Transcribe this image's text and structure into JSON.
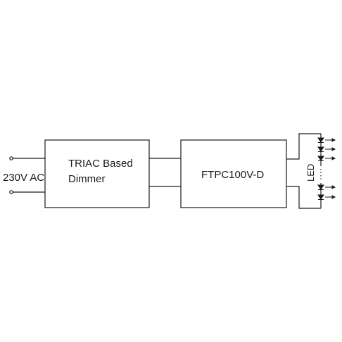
{
  "input": {
    "label": "230V AC"
  },
  "dimmer": {
    "line1": "TRIAC Based",
    "line2": "Dimmer"
  },
  "driver": {
    "label": "FTPC100V-D"
  },
  "led": {
    "label": "LED"
  },
  "colors": {
    "stroke": "#1a1a1a",
    "background": "#ffffff"
  }
}
